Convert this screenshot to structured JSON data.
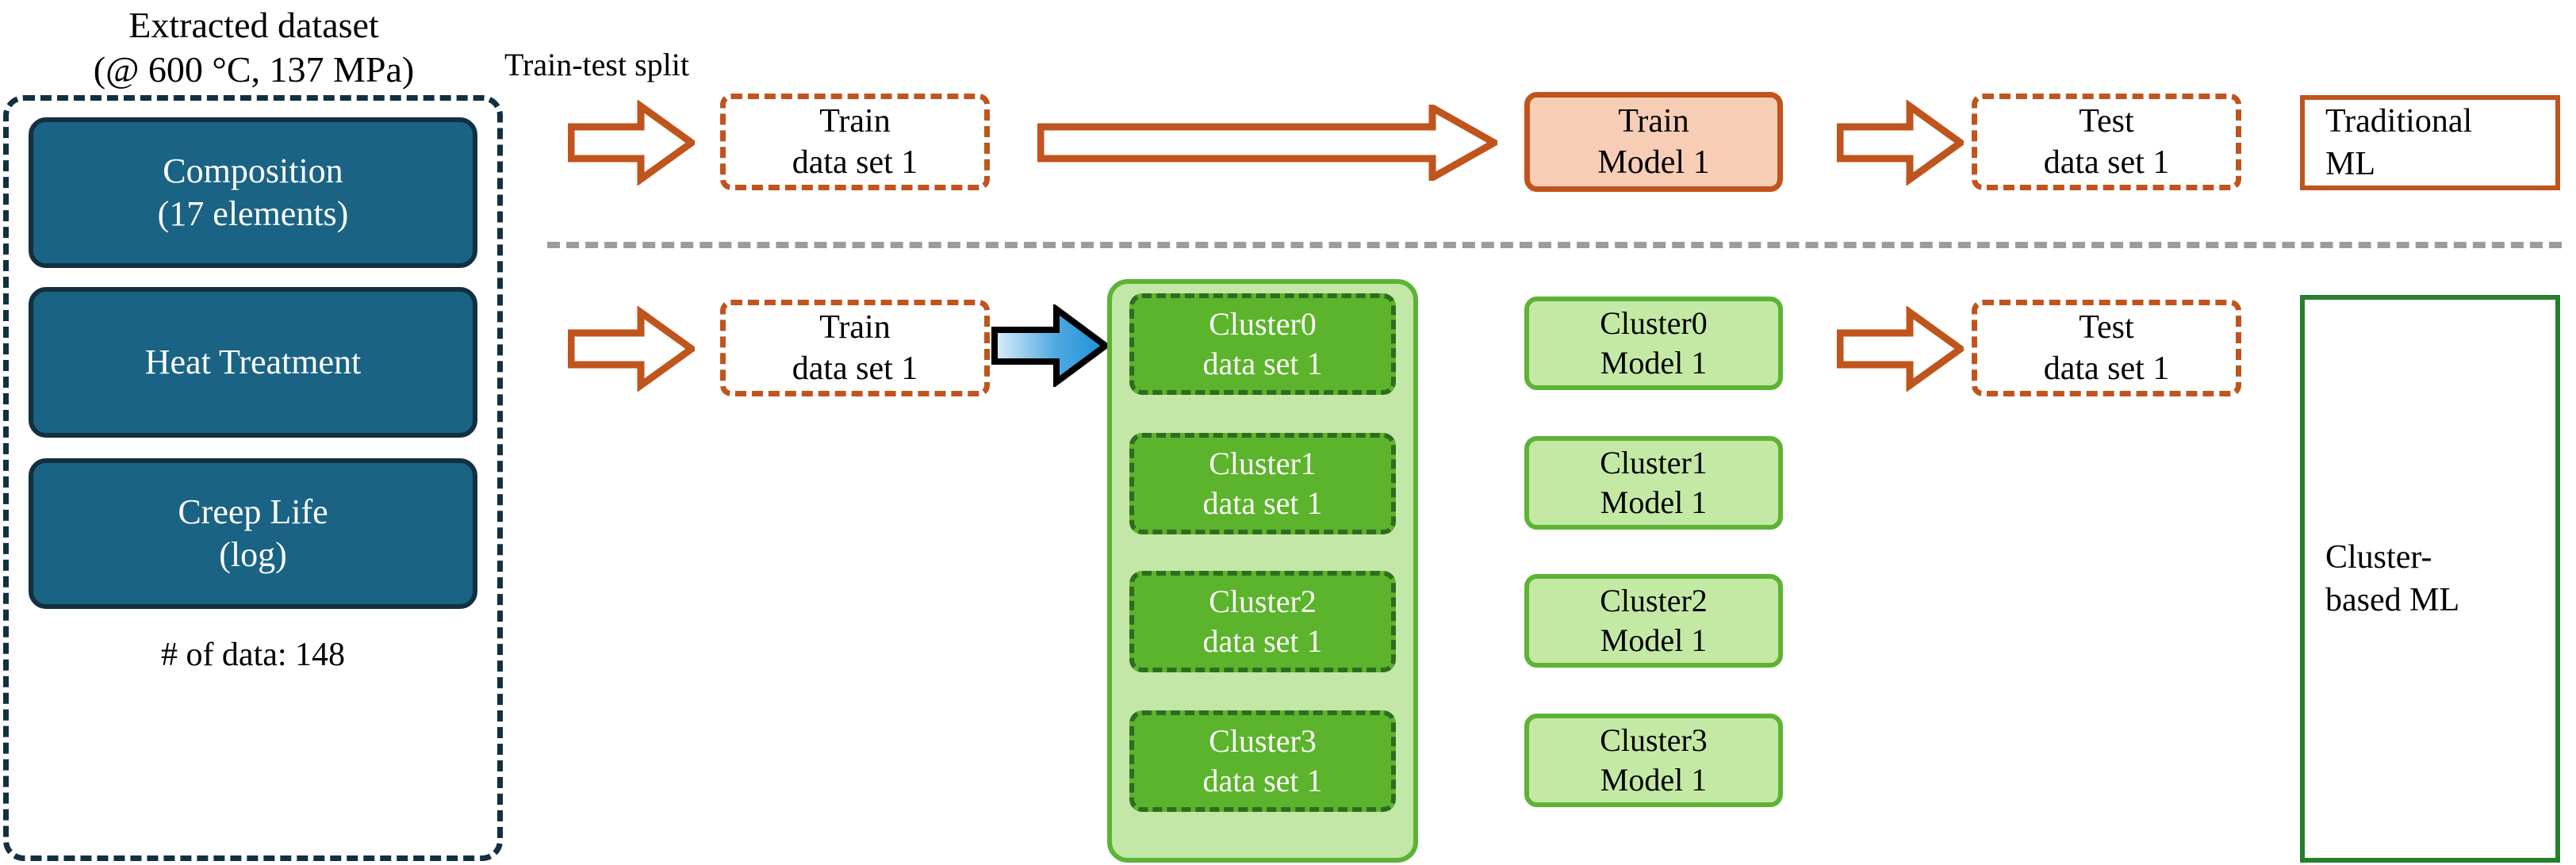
{
  "dataset_panel": {
    "title_line1": "Extracted dataset",
    "title_line2": "(@ 600 °C, 137 MPa)",
    "features": [
      {
        "line1": "Composition",
        "line2": "(17 elements)"
      },
      {
        "line1": "Heat Treatment",
        "line2": ""
      },
      {
        "line1": "Creep Life",
        "line2": "(log)"
      }
    ],
    "data_count": "# of data: 148"
  },
  "labels": {
    "train_test_split": "Train-test split"
  },
  "row_traditional": {
    "train_dataset": {
      "line1": "Train",
      "line2": "data set 1"
    },
    "model": {
      "line1": "Train",
      "line2": "Model 1"
    },
    "test_dataset": {
      "line1": "Test",
      "line2": "data set 1"
    },
    "legend": {
      "line1": "Traditional",
      "line2": "ML"
    }
  },
  "row_cluster": {
    "train_dataset": {
      "line1": "Train",
      "line2": "data set 1"
    },
    "cluster_datasets": [
      {
        "line1": "Cluster0",
        "line2": "data set 1"
      },
      {
        "line1": "Cluster1",
        "line2": "data set 1"
      },
      {
        "line1": "Cluster2",
        "line2": "data set 1"
      },
      {
        "line1": "Cluster3",
        "line2": "data set 1"
      }
    ],
    "cluster_models": [
      {
        "line1": "Cluster0",
        "line2": "Model 1"
      },
      {
        "line1": "Cluster1",
        "line2": "Model 1"
      },
      {
        "line1": "Cluster2",
        "line2": "Model 1"
      },
      {
        "line1": "Cluster3",
        "line2": "Model 1"
      }
    ],
    "test_dataset": {
      "line1": "Test",
      "line2": "data set 1"
    },
    "legend": {
      "line1": "Cluster-",
      "line2": "based ML"
    }
  },
  "colors": {
    "feature_box_fill": "#1A6384",
    "feature_box_border": "#13303F",
    "orange": "#C0541D",
    "salmon_fill": "#F7CEB5",
    "cluster_panel_fill": "#C2E7A6",
    "cluster_panel_border": "#5CB335",
    "cluster_data_fill": "#5BB42B",
    "cluster_data_border": "#2F6B21",
    "cluster_model_fill": "#C4E9A5",
    "legend_green_border": "#25802B",
    "divider_gray": "#9C9C9C",
    "blue_arrow_light": "#CFE8FA",
    "blue_arrow_dark": "#1F8FD8"
  },
  "icons": {
    "arrow_right": "arrow-right-icon",
    "arrow_long": "long-arrow-right-icon",
    "arrow_blue": "blue-gradient-arrow-icon"
  }
}
